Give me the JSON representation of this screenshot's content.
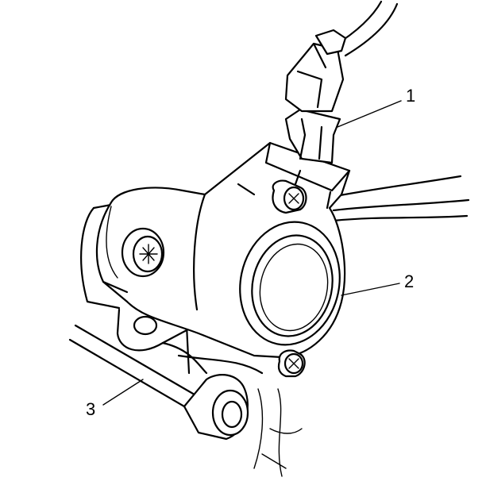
{
  "callouts": [
    {
      "id": "1",
      "label": "1"
    },
    {
      "id": "2",
      "label": "2"
    },
    {
      "id": "3",
      "label": "3"
    }
  ],
  "style": {
    "line_color": "#000000",
    "background": "#ffffff"
  }
}
